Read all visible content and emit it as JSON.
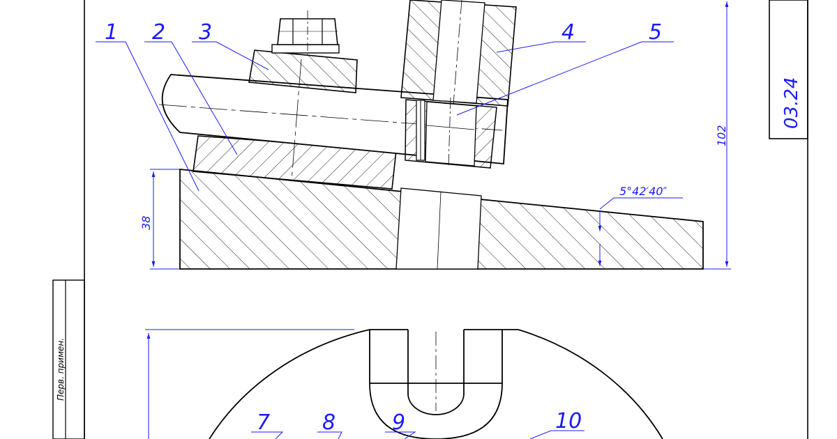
{
  "drawing": {
    "balloons": [
      "1",
      "2",
      "3",
      "4",
      "5",
      "7",
      "8",
      "9",
      "10"
    ],
    "dimensions": {
      "height_base": "38",
      "height_total": "102",
      "taper_angle": "5°42′40″"
    },
    "title_block": {
      "doc_code": "03.24",
      "side_label": "Перв. примен."
    }
  },
  "colors": {
    "outline": "#000000",
    "annotation": "#1a1aff",
    "background": "#ffffff"
  }
}
